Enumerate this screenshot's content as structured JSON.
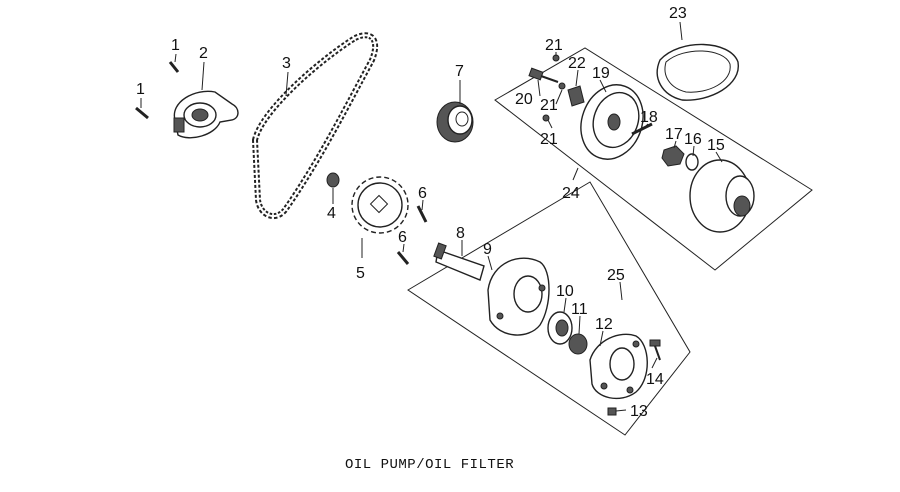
{
  "caption": "OIL PUMP/OIL FILTER",
  "callouts": [
    "1",
    "1",
    "2",
    "3",
    "4",
    "5",
    "6",
    "6",
    "7",
    "8",
    "9",
    "10",
    "11",
    "12",
    "13",
    "14",
    "15",
    "16",
    "17",
    "18",
    "19",
    "20",
    "21",
    "21",
    "21",
    "22",
    "23",
    "24",
    "25"
  ]
}
